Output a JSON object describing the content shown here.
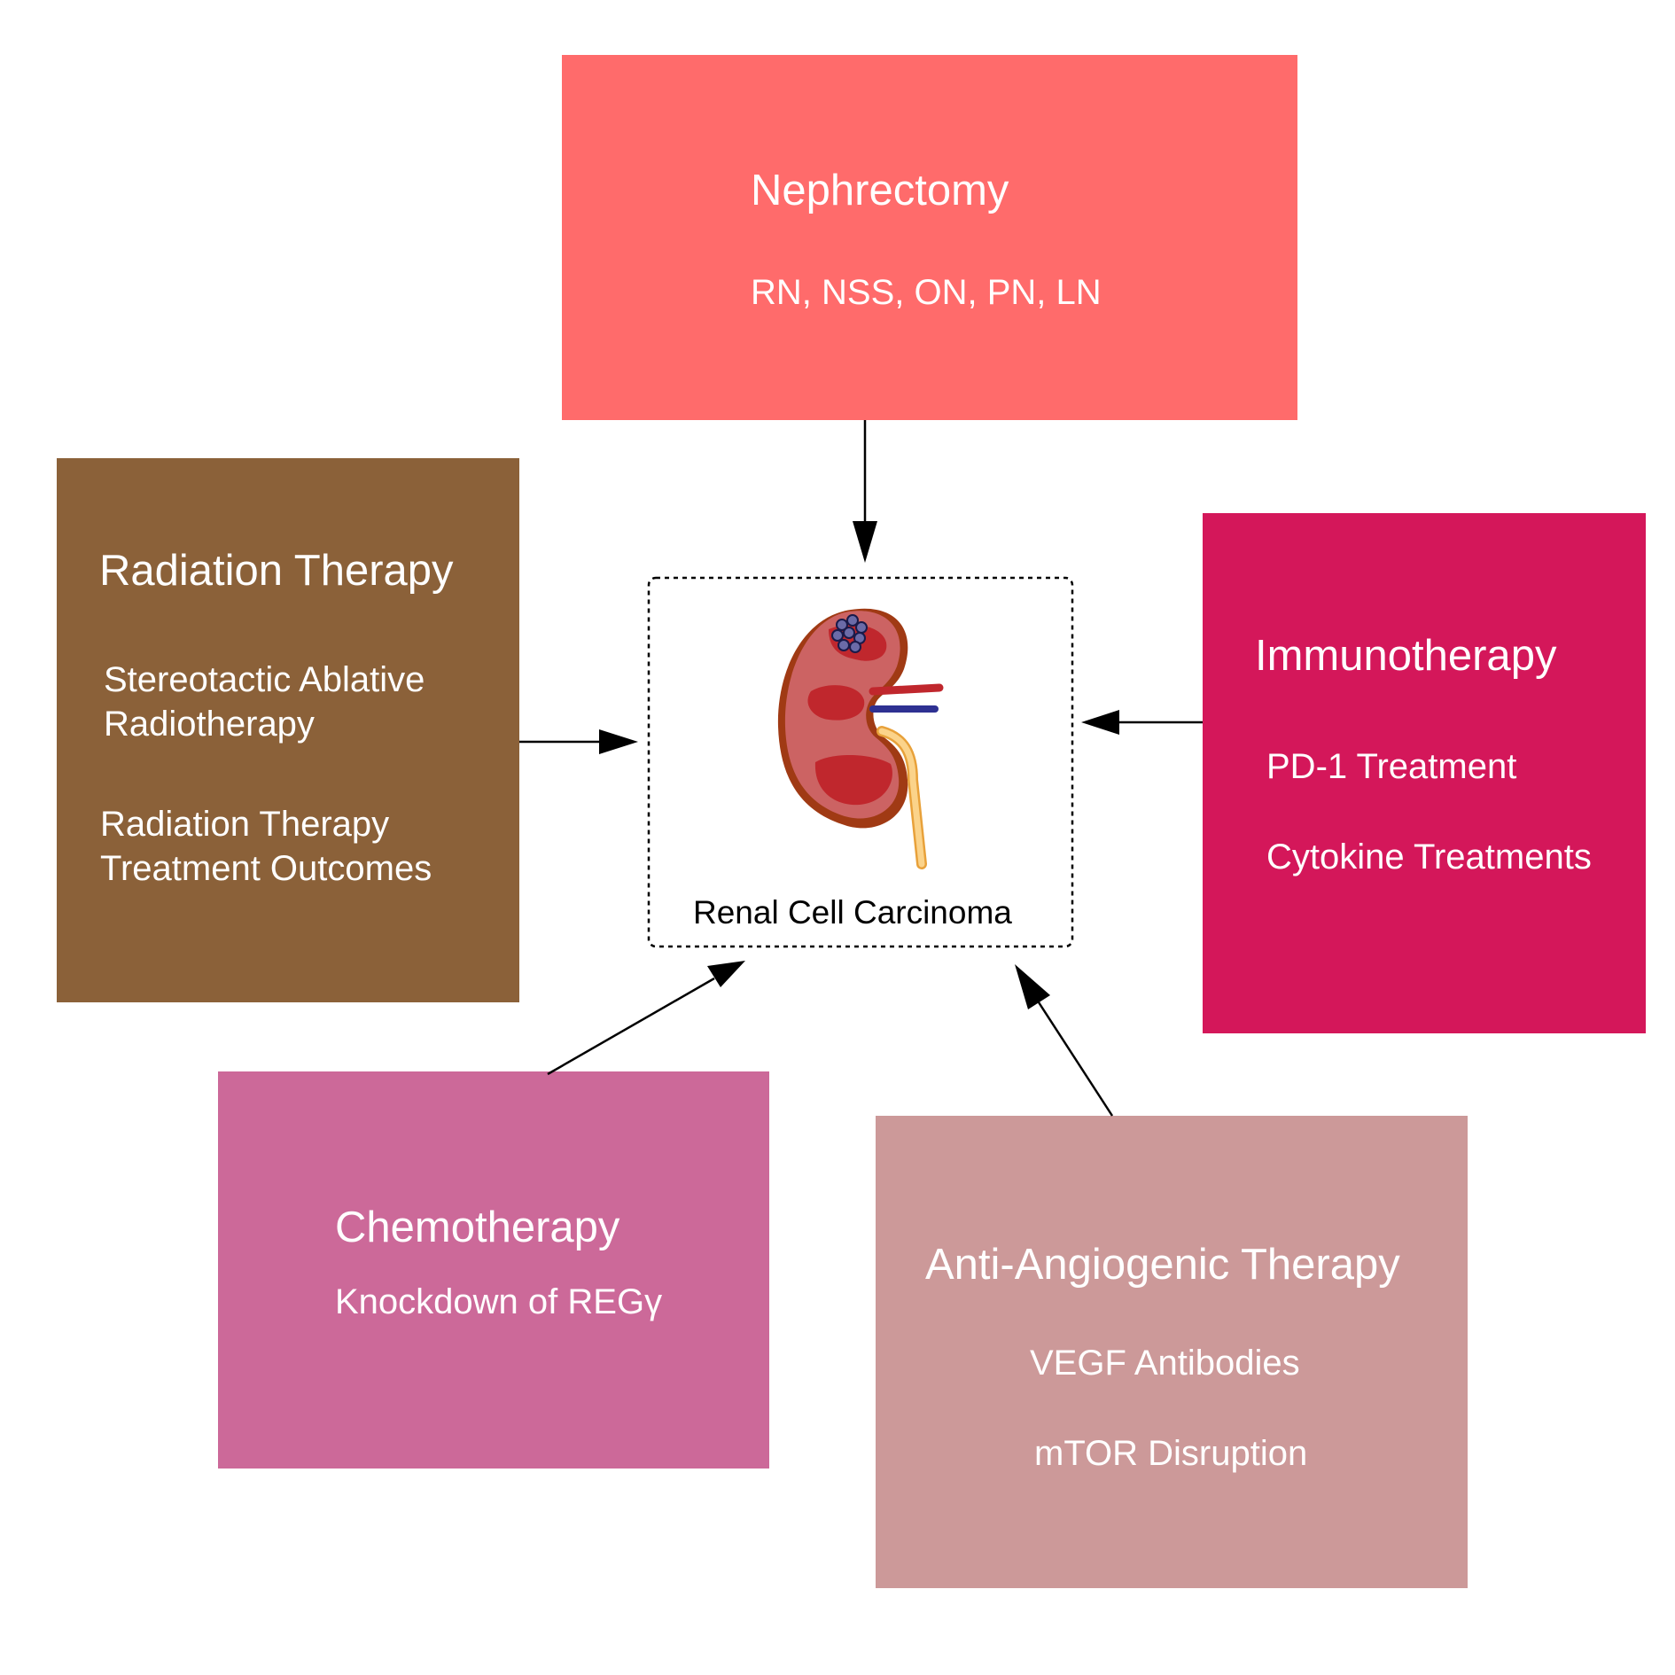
{
  "center": {
    "label": "Renal Cell Carcinoma",
    "illustration": "kidney-tumor-icon"
  },
  "therapies": {
    "nephrectomy": {
      "title": "Nephrectomy",
      "items": [
        "RN, NSS, ON, PN, LN"
      ],
      "color": "#ff6b6b"
    },
    "radiation": {
      "title": "Radiation Therapy",
      "items": [
        "Stereotactic Ablative",
        "Radiotherapy",
        "Radiation Therapy",
        "Treatment Outcomes"
      ],
      "color": "#8b6139"
    },
    "immunotherapy": {
      "title": "Immunotherapy",
      "items": [
        "PD-1 Treatment",
        "Cytokine Treatments"
      ],
      "color": "#d4175a"
    },
    "chemotherapy": {
      "title": "Chemotherapy",
      "items": [
        "Knockdown of REGγ"
      ],
      "color": "#cc6999"
    },
    "antiangiogenic": {
      "title": "Anti-Angiogenic Therapy",
      "items": [
        "VEGF Antibodies",
        "mTOR Disruption"
      ],
      "color": "#cc9999"
    }
  },
  "arrow_color": "#000000"
}
